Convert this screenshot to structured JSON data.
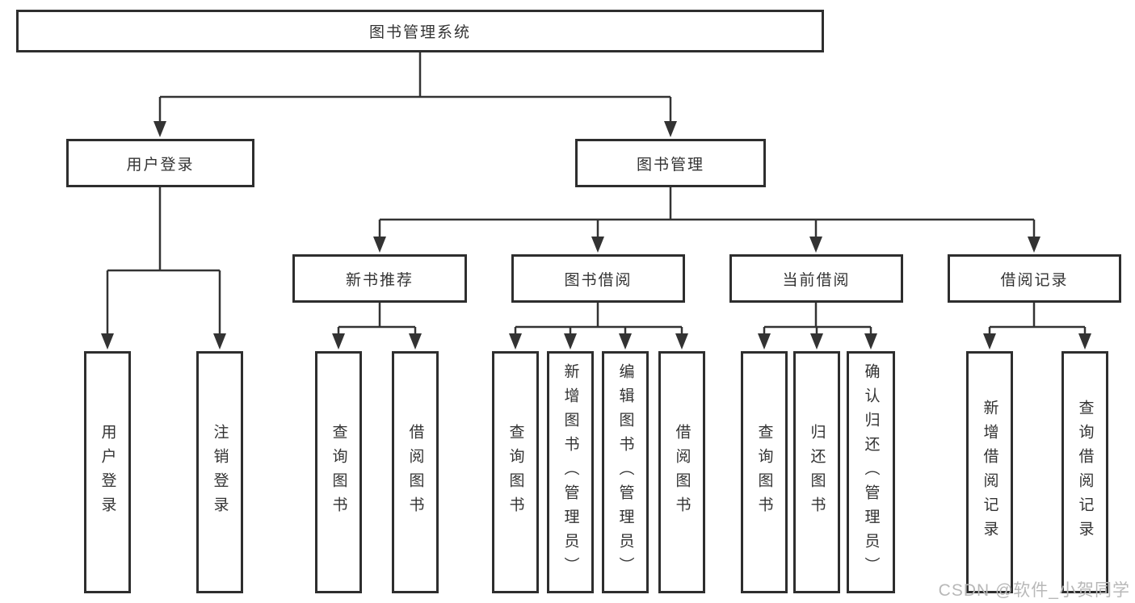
{
  "colors": {
    "line": "#333333",
    "box-border": "#2e2e2e",
    "text": "#333333",
    "watermark": "#b8b8b8",
    "background": "#ffffff"
  },
  "tree": {
    "root": {
      "label": "图书管理系统"
    },
    "level2": [
      {
        "label": "用户登录"
      },
      {
        "label": "图书管理"
      }
    ],
    "level3": [
      {
        "label": "新书推荐"
      },
      {
        "label": "图书借阅"
      },
      {
        "label": "当前借阅"
      },
      {
        "label": "借阅记录"
      }
    ],
    "leaves": {
      "user_login": [
        "用户登录",
        "注销登录"
      ],
      "new_book": [
        "查询图书",
        "借阅图书"
      ],
      "book_borrow": [
        "查询图书",
        "新增图书（管理员）",
        "编辑图书（管理员）",
        "借阅图书"
      ],
      "current_borrow": [
        "查询图书",
        "归还图书",
        "确认归还（管理员）"
      ],
      "borrow_records": [
        "新增借阅记录",
        "查询借阅记录"
      ]
    }
  },
  "watermark": {
    "text": "CSDN @软件_小贺同学"
  }
}
